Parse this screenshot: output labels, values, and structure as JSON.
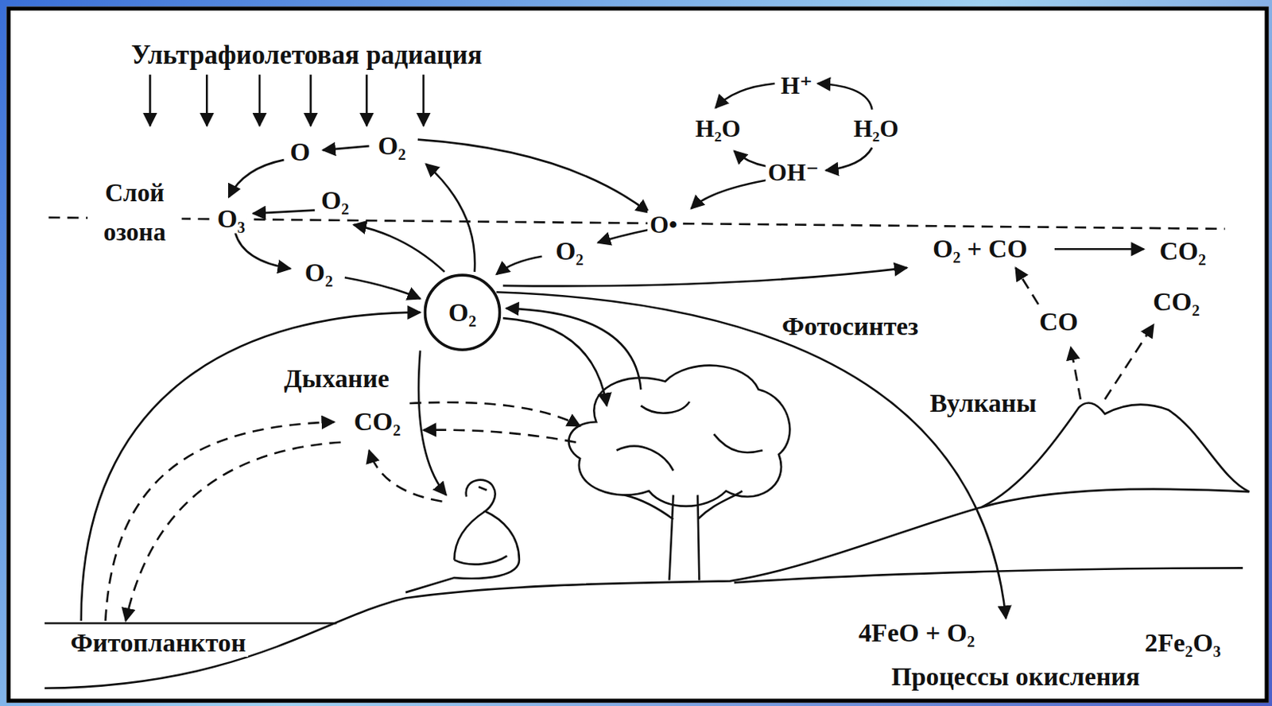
{
  "diagram": {
    "nodes": [
      {
        "text": [
          "O₂"
        ]
      }
    ],
    "labels": [
      "Ультрафиолетовая радиация",
      "O",
      "O₂",
      "H⁺",
      "H₂O",
      "H₂O",
      "OH⁻",
      "Слой озона",
      "O₃",
      "O₂",
      "O•",
      "O₂",
      "O₂ + CO",
      "CO₂",
      "O₂",
      "CO",
      "CO₂",
      "Фотосинтез",
      "Дыхание",
      "Вулканы",
      "CO₂",
      "Фитопланктон",
      "4FeO + O₂",
      "2Fe₂O₃",
      "Процессы окисления"
    ]
  }
}
